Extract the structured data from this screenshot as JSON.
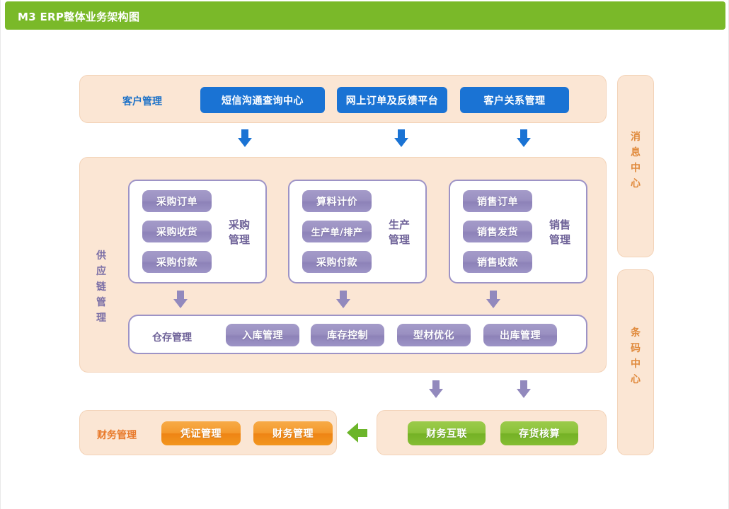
{
  "header": {
    "title": "M3 ERP整体业务架构图",
    "bar_color": "#7ab929"
  },
  "customer_row": {
    "label": "客户管理",
    "label_color": "#1d72c8",
    "buttons": [
      {
        "label": "短信沟通查询中心"
      },
      {
        "label": "网上订单及反馈平台"
      },
      {
        "label": "客户关系管理"
      }
    ]
  },
  "supply_chain": {
    "label": "供应链管理",
    "label_color": "#7a6ea6",
    "modules": [
      {
        "title": "采购\n管理",
        "items": [
          {
            "label": "采购订单"
          },
          {
            "label": "采购收货"
          },
          {
            "label": "采购付款"
          }
        ]
      },
      {
        "title": "生产\n管理",
        "items": [
          {
            "label": "算料计价"
          },
          {
            "label": "生产单/排产"
          },
          {
            "label": "采购付款"
          }
        ]
      },
      {
        "title": "销售\n管理",
        "items": [
          {
            "label": "销售订单"
          },
          {
            "label": "销售发货"
          },
          {
            "label": "销售收款"
          }
        ]
      }
    ],
    "warehouse": {
      "label": "仓存管理",
      "label_color": "#6f6399",
      "buttons": [
        {
          "label": "入库管理"
        },
        {
          "label": "库存控制"
        },
        {
          "label": "型材优化"
        },
        {
          "label": "出库管理"
        }
      ]
    }
  },
  "finance_row": {
    "label": "财务管理",
    "label_color": "#e8792a",
    "buttons": [
      {
        "label": "凭证管理"
      },
      {
        "label": "财务管理"
      }
    ]
  },
  "accounting_row": {
    "buttons": [
      {
        "label": "财务互联"
      },
      {
        "label": "存货核算"
      }
    ]
  },
  "side_panels": [
    {
      "label": "消息中心",
      "chars": [
        "消",
        "息",
        "中",
        "心"
      ]
    },
    {
      "label": "条码中心",
      "chars": [
        "条",
        "码",
        "中",
        "心"
      ]
    }
  ],
  "colors": {
    "green_header": "#7ab929",
    "peach_panel": "#fbe6d4",
    "blue_button": "#1a73d4",
    "purple_button": "#9a90c1",
    "orange_button": "#f4992c",
    "green_button": "#8cc23a",
    "purple_border": "#9d93c6"
  }
}
